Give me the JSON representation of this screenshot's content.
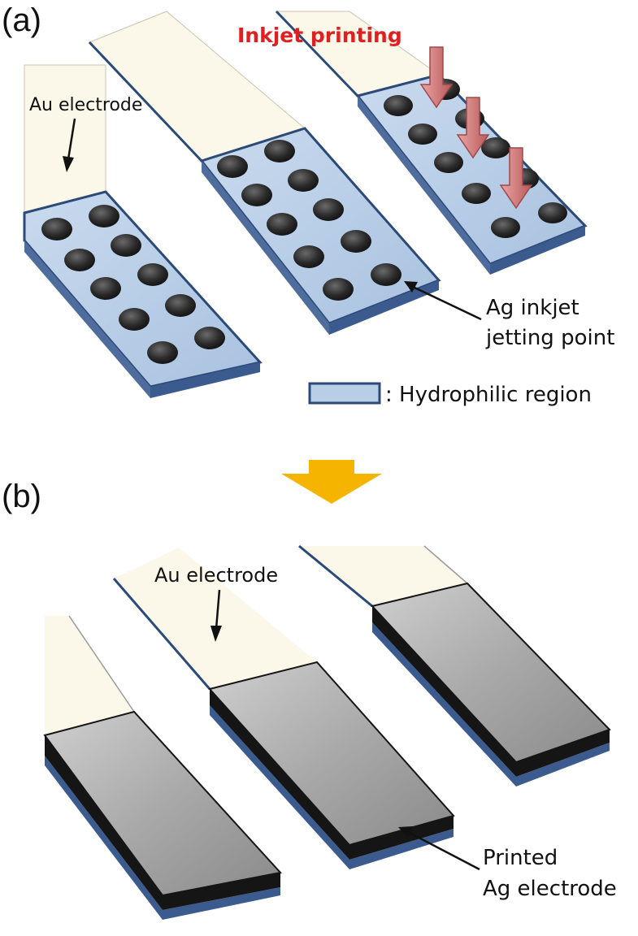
{
  "figure": {
    "panel_a_label": "(a)",
    "panel_b_label": "(b)",
    "inkjet_title": "Inkjet printing",
    "au_electrode_a": "Au electrode",
    "ag_point_line1": "Ag inkjet",
    "ag_point_line2": "jetting point",
    "legend_text": ": Hydrophilic region",
    "au_electrode_b": "Au electrode",
    "printed_line1": "Printed",
    "printed_line2": "Ag electrode"
  },
  "colors": {
    "hydrophilic_fill": "#b8cde6",
    "electrode_edge": "#2c4a78",
    "au_fill": "#fbf7e9",
    "droplet": "#2a2a2a",
    "inkjet_text": "#e02020",
    "inkjet_arrow": "#d98a8a",
    "transition_arrow": "#f5b400",
    "printed_ag_fill": "#9a9a9a"
  }
}
